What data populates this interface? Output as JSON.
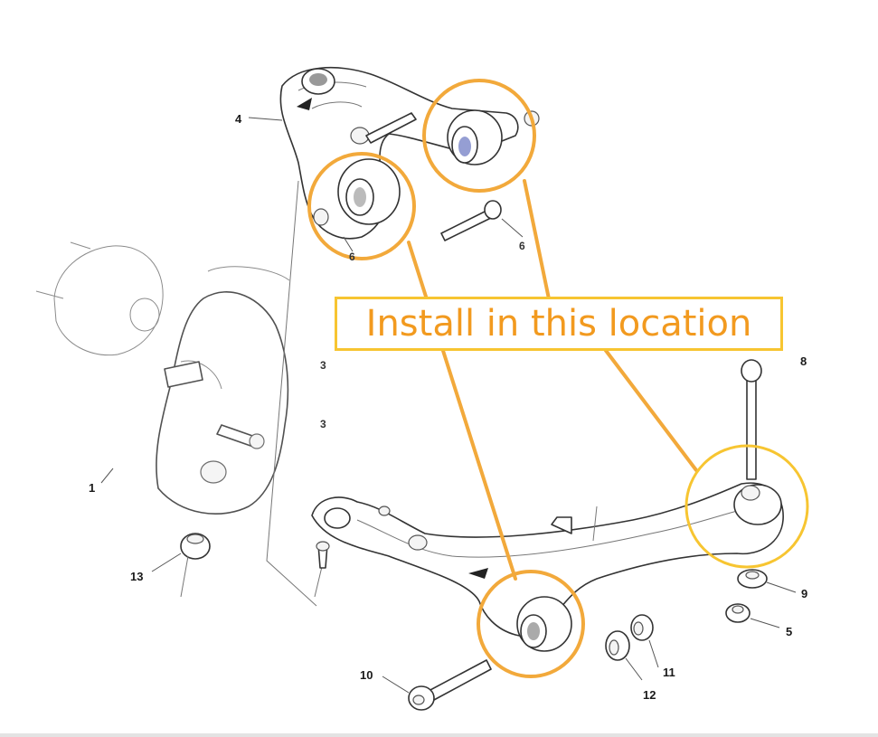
{
  "callout": {
    "label": "Install in this location",
    "box_color": "#f7c531",
    "text_color": "#f29a1f",
    "line_color": "#f2a93b"
  },
  "part_numbers": {
    "p1": "1",
    "p3a": "3",
    "p3b": "3",
    "p4": "4",
    "p5": "5",
    "p6a": "6",
    "p6b": "6",
    "p8": "8",
    "p9": "9",
    "p10": "10",
    "p11": "11",
    "p12": "12",
    "p13": "13"
  }
}
